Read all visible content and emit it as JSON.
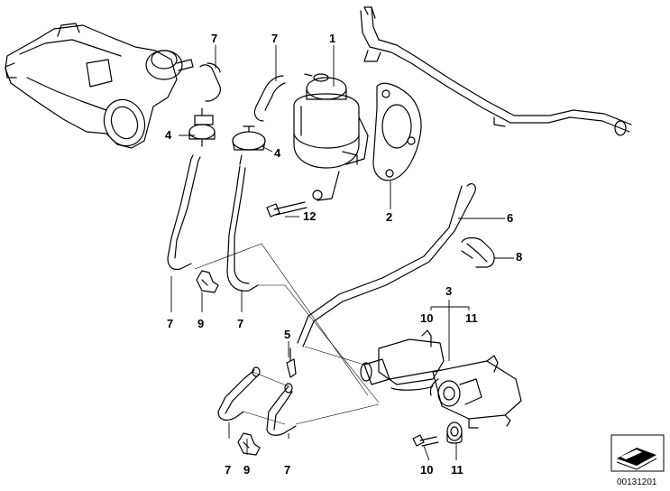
{
  "diagram": {
    "callouts": [
      {
        "id": "c-7a",
        "text": "7"
      },
      {
        "id": "c-7b",
        "text": "7"
      },
      {
        "id": "c-1",
        "text": "1"
      },
      {
        "id": "c-4a",
        "text": "4"
      },
      {
        "id": "c-4b",
        "text": "4"
      },
      {
        "id": "c-12",
        "text": "12"
      },
      {
        "id": "c-2",
        "text": "2"
      },
      {
        "id": "c-6",
        "text": "6"
      },
      {
        "id": "c-8",
        "text": "8"
      },
      {
        "id": "c-3",
        "text": "3"
      },
      {
        "id": "c-10a",
        "text": "10"
      },
      {
        "id": "c-11a",
        "text": "11"
      },
      {
        "id": "c-7c",
        "text": "7"
      },
      {
        "id": "c-9a",
        "text": "9"
      },
      {
        "id": "c-7d",
        "text": "7"
      },
      {
        "id": "c-5",
        "text": "5"
      },
      {
        "id": "c-7e",
        "text": "7"
      },
      {
        "id": "c-9b",
        "text": "9"
      },
      {
        "id": "c-7f",
        "text": "7"
      },
      {
        "id": "c-10b",
        "text": "10"
      },
      {
        "id": "c-11b",
        "text": "11"
      }
    ],
    "document_number": "00131201"
  }
}
